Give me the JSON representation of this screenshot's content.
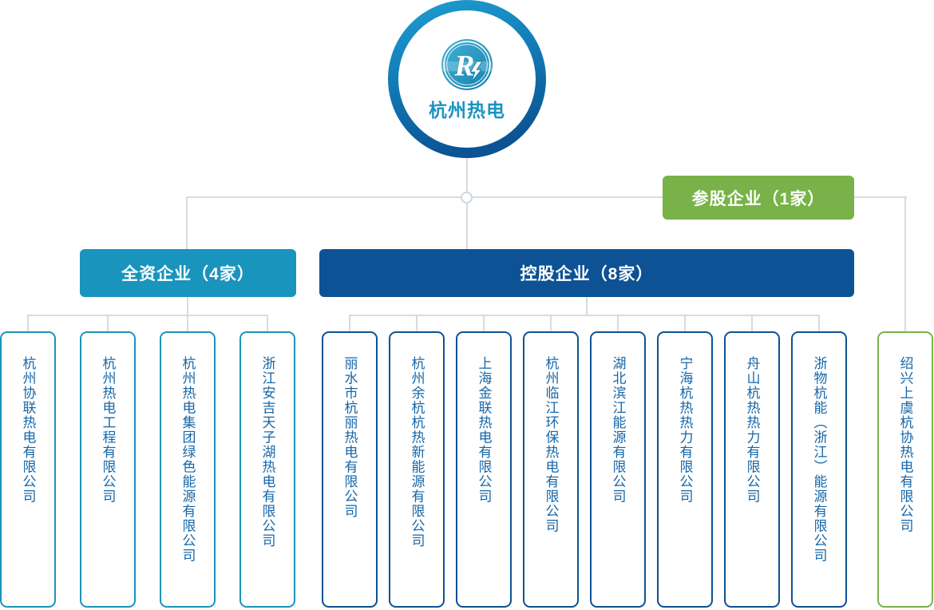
{
  "root": {
    "name": "杭州热电",
    "logo_monogram": "R"
  },
  "groups": [
    {
      "id": "wholly",
      "label": "全资企业（4家）",
      "color": "#1994bd",
      "count": 4,
      "companies": [
        "杭州协联热电有限公司",
        "杭州热电工程有限公司",
        "杭州热电集团绿色能源有限公司",
        "浙江安吉天子湖热电有限公司"
      ]
    },
    {
      "id": "holding",
      "label": "控股企业（8家）",
      "color": "#0c5294",
      "count": 8,
      "companies": [
        "丽水市杭丽热电有限公司",
        "杭州余杭杭热新能源有限公司",
        "上海金联热电有限公司",
        "杭州临江环保热电有限公司",
        "湖北滨江能源有限公司",
        "宁海杭热热力有限公司",
        "舟山杭热热力有限公司",
        "浙物杭能（浙江）能源有限公司"
      ]
    },
    {
      "id": "equity",
      "label": "参股企业（1家）",
      "color": "#79b248",
      "count": 1,
      "companies": [
        "绍兴上虞杭协热电有限公司"
      ]
    }
  ],
  "colors": {
    "accent_teal": "#1994bd",
    "accent_dark_blue": "#0c5294",
    "accent_green": "#79b248",
    "connector_line": "#d4dce1",
    "company_text": "#1566a8",
    "root_name_text": "#1b93c0"
  }
}
